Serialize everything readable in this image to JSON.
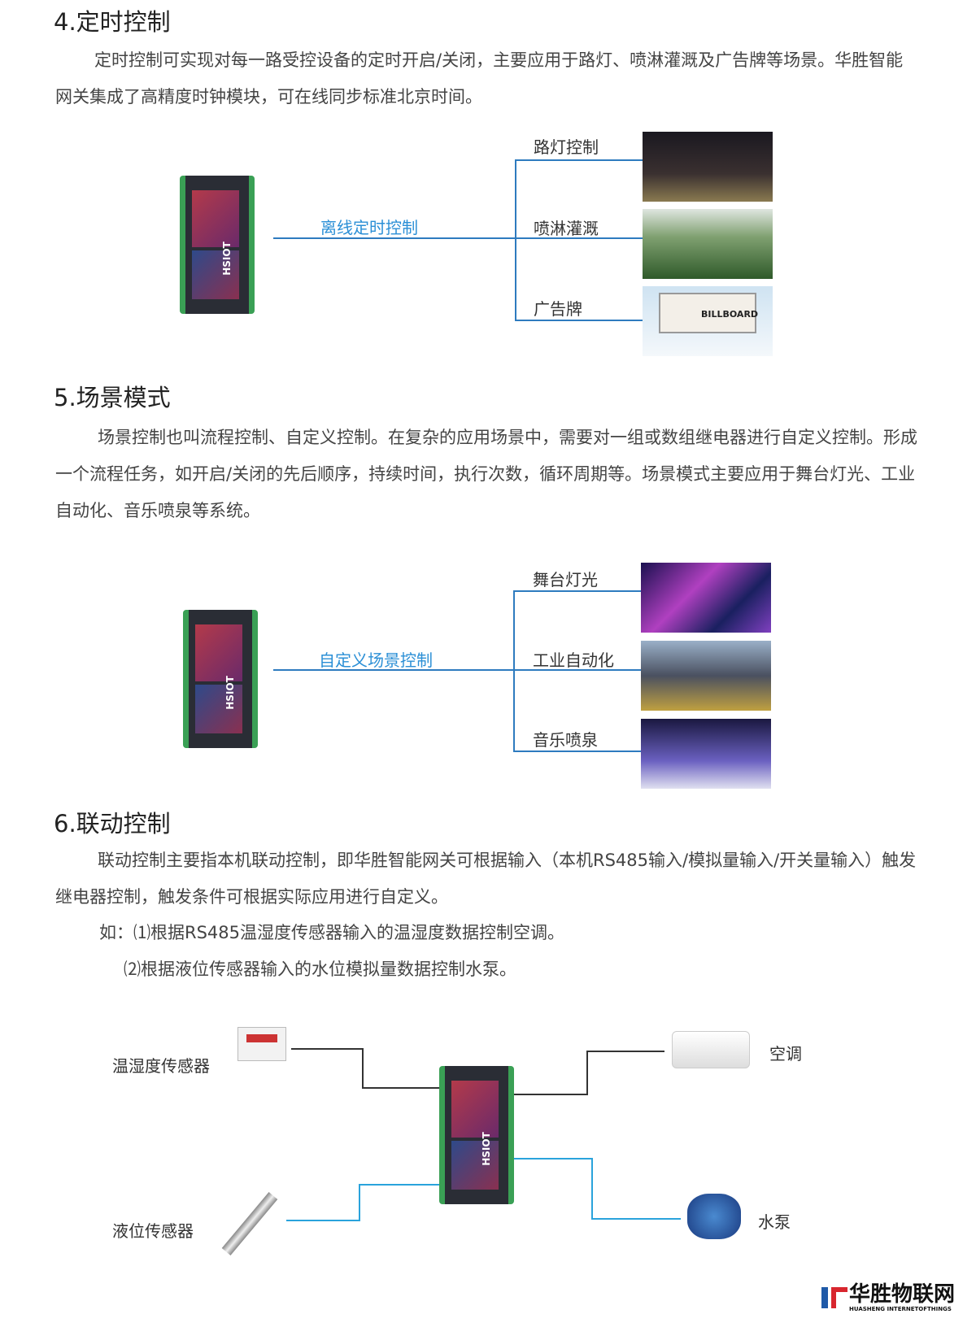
{
  "s4": {
    "title": "4.定时控制",
    "para": "定时控制可实现对每一路受控设备的定时开启/关闭，主要应用于路灯、喷淋灌溉及广告牌等场景。华胜智能网关集成了高精度时钟模块，可在线同步标准北京时间。",
    "link": "离线定时控制",
    "items": [
      "路灯控制",
      "喷淋灌溉",
      "广告牌"
    ],
    "billboard": "BILLBOARD"
  },
  "s5": {
    "title": "5.场景模式",
    "para": "场景控制也叫流程控制、自定义控制。在复杂的应用场景中，需要对一组或数组继电器进行自定义控制。形成一个流程任务，如开启/关闭的先后顺序，持续时间，执行次数，循环周期等。场景模式主要应用于舞台灯光、工业自动化、音乐喷泉等系统。",
    "link": "自定义场景控制",
    "items": [
      "舞台灯光",
      "工业自动化",
      "音乐喷泉"
    ]
  },
  "s6": {
    "title": "6.联动控制",
    "para": "联动控制主要指本机联动控制，即华胜智能网关可根据输入（本机RS485输入/模拟量输入/开关量输入）触发继电器控制，触发条件可根据实际应用进行自定义。",
    "ex1": "如：⑴根据RS485温湿度传感器输入的温湿度数据控制空调。",
    "ex2": "⑵根据液位传感器输入的水位模拟量数据控制水泵。",
    "inputs": [
      "温湿度传感器",
      "液位传感器"
    ],
    "outputs": [
      "空调",
      "水泵"
    ]
  },
  "device": "HSIOT",
  "logo": {
    "cn": "华胜物联网",
    "en": "HUASHENG INTERNETOFTHINGS"
  }
}
